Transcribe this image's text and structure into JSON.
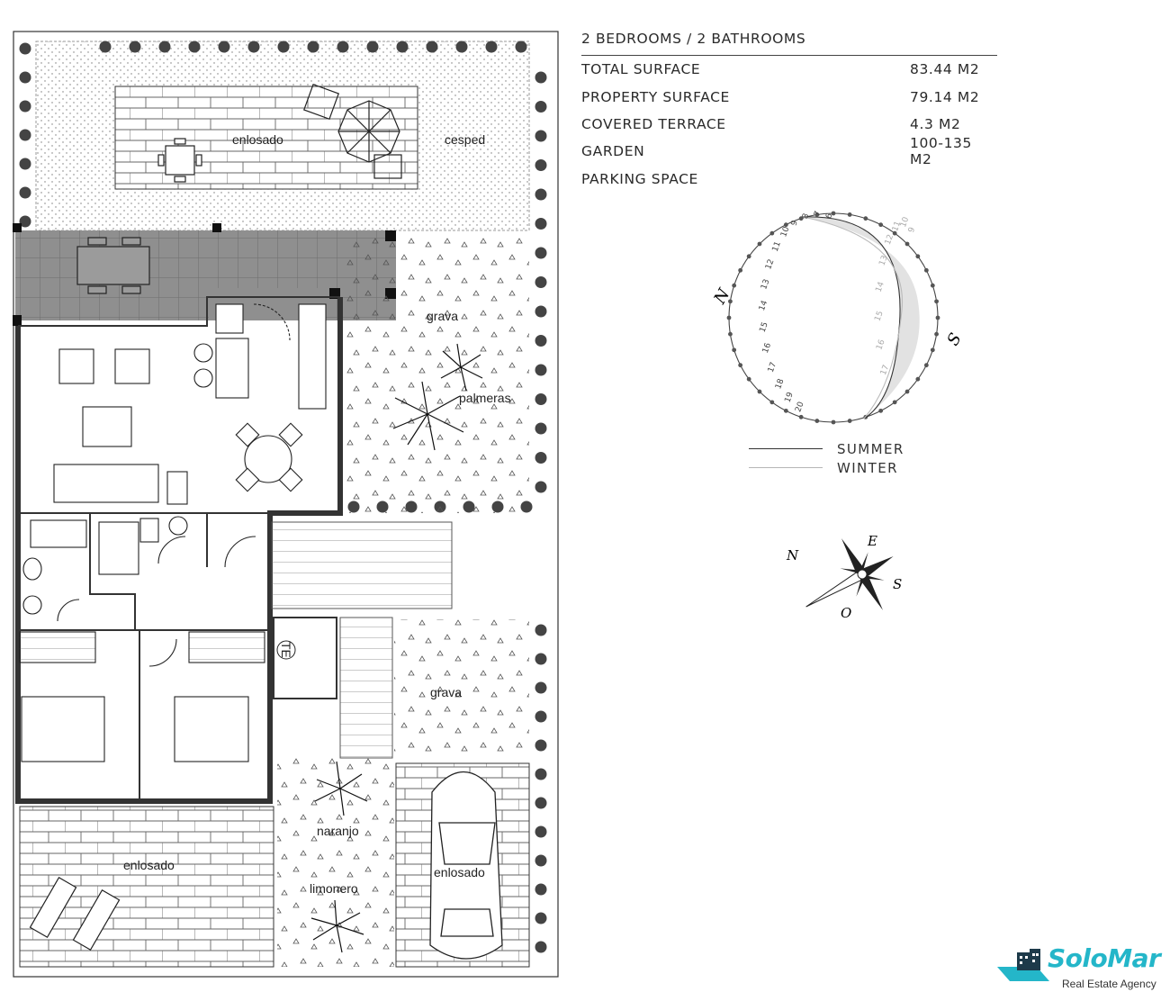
{
  "summary": {
    "heading": "2 BEDROOMS / 2 BATHROOMS",
    "rows": [
      {
        "label": "TOTAL SURFACE",
        "value": "83.44 M2"
      },
      {
        "label": "PROPERTY SURFACE",
        "value": "79.14 M2"
      },
      {
        "label": "COVERED TERRACE",
        "value": "4.3 M2"
      },
      {
        "label": "GARDEN",
        "value": "100-135 M2"
      },
      {
        "label": "PARKING SPACE",
        "value": ""
      }
    ]
  },
  "plan_labels": {
    "top_patio": "enlosado",
    "lawn": "cesped",
    "gravel_top": "grava",
    "palms": "palmeras",
    "gravel_bottom": "grava",
    "orange_tree": "naranjo",
    "lemon_tree": "limonero",
    "bottom_patio": "enlosado",
    "driveway": "enlosado",
    "meter_box": "TE"
  },
  "sun_chart": {
    "north": "N",
    "south": "S",
    "summer_hours": [
      "6",
      "7",
      "8",
      "9",
      "10",
      "11",
      "12",
      "13",
      "14",
      "15",
      "16",
      "17",
      "18",
      "19",
      "20"
    ],
    "winter_hours": [
      "9",
      "10",
      "11",
      "12",
      "13",
      "14",
      "15",
      "16",
      "17"
    ]
  },
  "legend": {
    "summer": "SUMMER",
    "winter": "WINTER",
    "summer_color": "#333333",
    "winter_color": "#b5b5b5"
  },
  "compass": {
    "n": "N",
    "e": "E",
    "s": "S",
    "o": "O"
  },
  "logo": {
    "brand": "SoloMar",
    "tagline": "Real Estate Agency",
    "brand_color": "#24b6c9"
  }
}
